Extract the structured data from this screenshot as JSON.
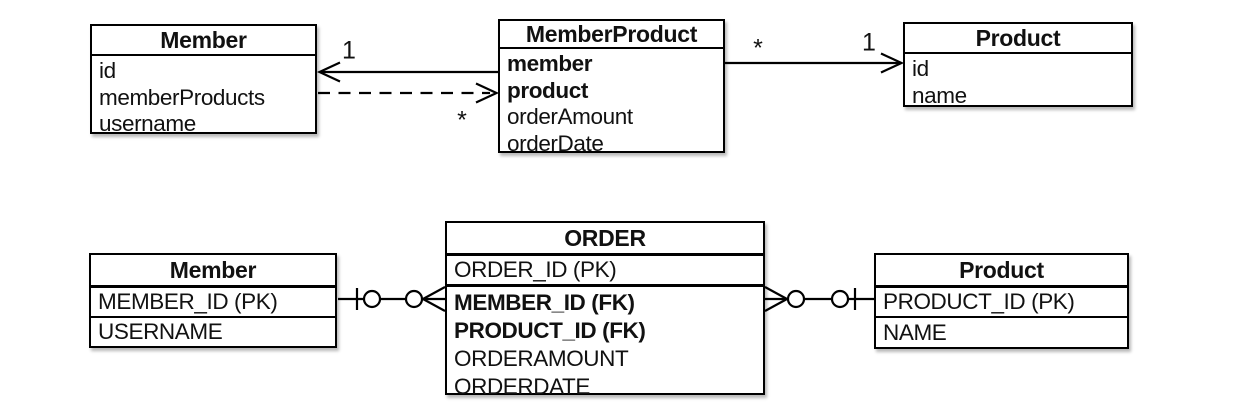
{
  "uml": {
    "member": {
      "title": "Member",
      "fields": [
        "id",
        "memberProducts",
        "username"
      ]
    },
    "member_product": {
      "title": "MemberProduct",
      "fields": [
        "member",
        "product",
        "orderAmount",
        "orderDate"
      ]
    },
    "product": {
      "title": "Product",
      "fields": [
        "id",
        "name"
      ]
    },
    "multiplicities": {
      "member_one": "1",
      "member_many": "*",
      "product_many": "*",
      "product_one": "1"
    }
  },
  "er": {
    "member": {
      "title": "Member",
      "rows": [
        "MEMBER_ID (PK)",
        "USERNAME"
      ]
    },
    "order": {
      "title": "ORDER",
      "key_row": "ORDER_ID (PK)",
      "rows": [
        "MEMBER_ID (FK)",
        "PRODUCT_ID (FK)",
        "ORDERAMOUNT",
        "ORDERDATE"
      ]
    },
    "product": {
      "title": "Product",
      "rows": [
        "PRODUCT_ID (PK)",
        "NAME"
      ]
    }
  },
  "colors": {
    "line": "#000000",
    "background": "#ffffff",
    "text": "#111111"
  }
}
